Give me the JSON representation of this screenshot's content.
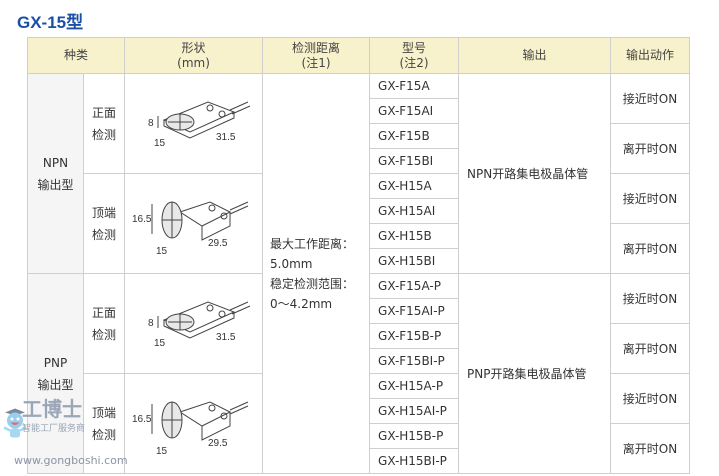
{
  "title": "GX-15型",
  "headers": {
    "kind": "种类",
    "shape": "形状",
    "shape_unit": "(mm)",
    "distance": "检测距离",
    "distance_note": "(注1)",
    "model": "型号",
    "model_note": "(注2)",
    "output": "输出",
    "action": "输出动作"
  },
  "groups": [
    {
      "type": "NPN",
      "type2": "输出型",
      "output": "NPN开路集电极晶体管",
      "subs": [
        {
          "label1": "正面",
          "label2": "检测",
          "dims": {
            "h": "8",
            "w": "15",
            "l": "31.5"
          },
          "models": [
            "GX-F15A",
            "GX-F15AI",
            "GX-F15B",
            "GX-F15BI"
          ]
        },
        {
          "label1": "顶端",
          "label2": "检测",
          "dims": {
            "h": "16.5",
            "w": "15",
            "l": "29.5"
          },
          "models": [
            "GX-H15A",
            "GX-H15AI",
            "GX-H15B",
            "GX-H15BI"
          ]
        }
      ]
    },
    {
      "type": "PNP",
      "type2": "输出型",
      "output": "PNP开路集电极晶体管",
      "subs": [
        {
          "label1": "正面",
          "label2": "检测",
          "dims": {
            "h": "8",
            "w": "15",
            "l": "31.5"
          },
          "models": [
            "GX-F15A-P",
            "GX-F15AI-P",
            "GX-F15B-P",
            "GX-F15BI-P"
          ]
        },
        {
          "label1": "顶端",
          "label2": "检测",
          "dims": {
            "h": "16.5",
            "w": "15",
            "l": "29.5"
          },
          "models": [
            "GX-H15A-P",
            "GX-H15AI-P",
            "GX-H15B-P",
            "GX-H15BI-P"
          ]
        }
      ]
    }
  ],
  "distance": {
    "line1": "最大工作距离：",
    "line2": "5.0mm",
    "line3": "稳定检测范围：",
    "line4": "0～4.2mm"
  },
  "actions": {
    "on_approach": "接近时ON",
    "on_leave": "离开时ON"
  },
  "watermark": {
    "name": "工博士",
    "slogan": "智能工厂服务商",
    "url": "www.gongboshi.com"
  }
}
